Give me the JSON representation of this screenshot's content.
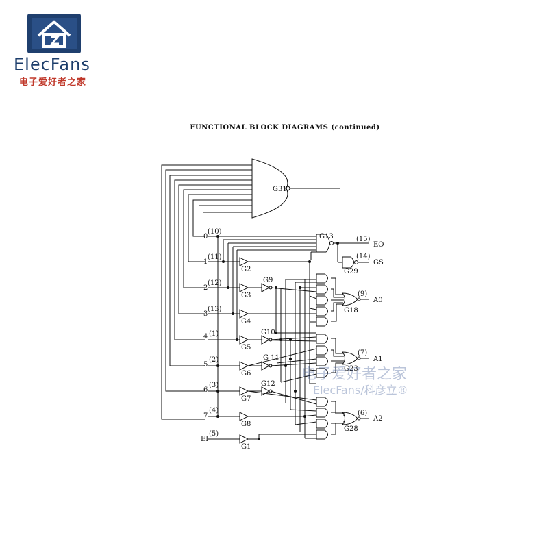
{
  "logo": {
    "brand": "ElecFans",
    "subtitle": "电子爱好者之家"
  },
  "title": "FUNCTIONAL BLOCK DIAGRAMS (continued)",
  "inputs": [
    {
      "label": "0",
      "pin": "(10)"
    },
    {
      "label": "1",
      "pin": "(11)"
    },
    {
      "label": "2",
      "pin": "(12)"
    },
    {
      "label": "3",
      "pin": "(13)"
    },
    {
      "label": "4",
      "pin": "(1)"
    },
    {
      "label": "5",
      "pin": "(2)"
    },
    {
      "label": "6",
      "pin": "(3)"
    },
    {
      "label": "7",
      "pin": "(4)"
    },
    {
      "label": "EI",
      "pin": "(5)"
    }
  ],
  "outputs": [
    {
      "label": "EO",
      "pin": "(15)"
    },
    {
      "label": "GS",
      "pin": "(14)"
    },
    {
      "label": "A0",
      "pin": "(9)"
    },
    {
      "label": "A1",
      "pin": "(7)"
    },
    {
      "label": "A2",
      "pin": "(6)"
    }
  ],
  "gates": {
    "g1": "G1",
    "g2": "G2",
    "g3": "G3",
    "g4": "G4",
    "g5": "G5",
    "g6": "G6",
    "g7": "G7",
    "g8": "G8",
    "g9": "G9",
    "g10": "G10",
    "g11": "G 11",
    "g12": "G12",
    "g13": "G13",
    "g18": "G18",
    "g23": "G23",
    "g28": "G28",
    "g29": "G29",
    "g31": "G31"
  },
  "watermark": {
    "line1": "电子爱好者之家",
    "line2": "ElecFans/科彦立®"
  }
}
